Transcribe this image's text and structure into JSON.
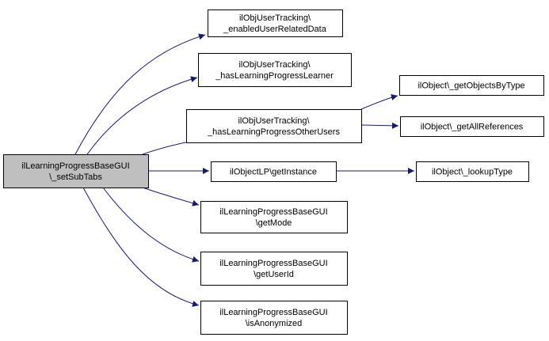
{
  "colors": {
    "node_fill": "#ffffff",
    "root_fill": "#bfbfbf",
    "border": "#000000",
    "edge": "#191970",
    "text": "#000000"
  },
  "nodes": [
    {
      "id": "root",
      "root": true,
      "lines": [
        "ilLearningProgressBaseGUI",
        "\\_setSubTabs"
      ]
    },
    {
      "id": "enabled",
      "lines": [
        "ilObjUserTracking\\",
        "_enabledUserRelatedData"
      ]
    },
    {
      "id": "learner",
      "lines": [
        "ilObjUserTracking\\",
        "_hasLearningProgressLearner"
      ]
    },
    {
      "id": "other",
      "lines": [
        "ilObjUserTracking\\",
        "_hasLearningProgressOtherUsers"
      ]
    },
    {
      "id": "getinst",
      "lines": [
        "ilObjectLP\\getInstance"
      ]
    },
    {
      "id": "getmode",
      "lines": [
        "ilLearningProgressBaseGUI",
        "\\getMode"
      ]
    },
    {
      "id": "getuser",
      "lines": [
        "ilLearningProgressBaseGUI",
        "\\getUserId"
      ]
    },
    {
      "id": "isanon",
      "lines": [
        "ilLearningProgressBaseGUI",
        "\\isAnonymized"
      ]
    },
    {
      "id": "bytype",
      "lines": [
        "ilObject\\_getObjectsByType"
      ]
    },
    {
      "id": "allrefs",
      "lines": [
        "ilObject\\_getAllReferences"
      ]
    },
    {
      "id": "lookup",
      "lines": [
        "ilObject\\_lookupType"
      ]
    }
  ],
  "edges": [
    [
      "root",
      "enabled"
    ],
    [
      "root",
      "learner"
    ],
    [
      "root",
      "other"
    ],
    [
      "root",
      "getinst"
    ],
    [
      "root",
      "getmode"
    ],
    [
      "root",
      "getuser"
    ],
    [
      "root",
      "isanon"
    ],
    [
      "other",
      "bytype"
    ],
    [
      "other",
      "allrefs"
    ],
    [
      "getinst",
      "lookup"
    ]
  ]
}
